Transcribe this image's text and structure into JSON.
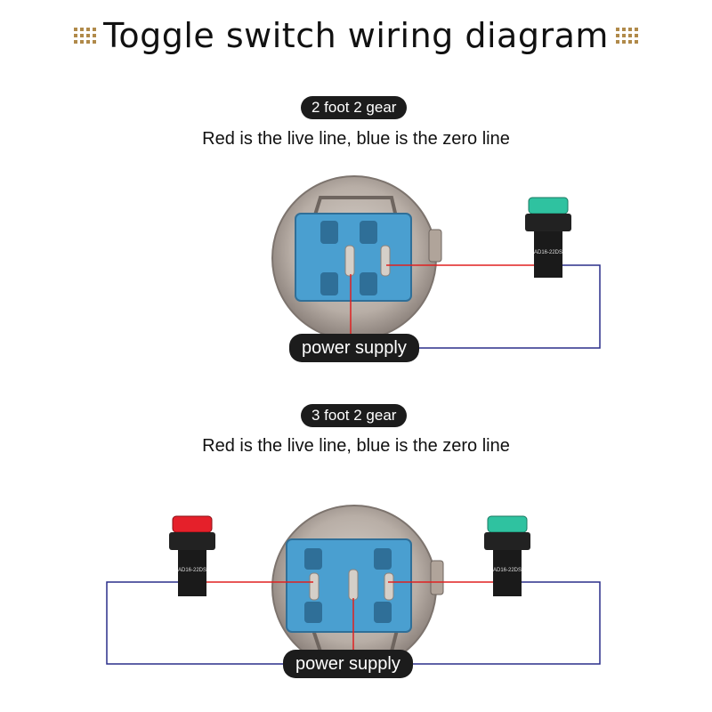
{
  "title": "Toggle switch wiring diagram",
  "section1": {
    "heading": "2 foot 2 gear",
    "note": "Red is the live line, blue is the zero line",
    "supply_label": "power supply",
    "lamp": {
      "color": "#2fc2a0",
      "model": "AD16-22DS"
    }
  },
  "section2": {
    "heading": "3 foot 2 gear",
    "note": "Red is the live line, blue is the zero line",
    "supply_label": "power supply",
    "lamp_left": {
      "color": "#e5202a",
      "model": "AD16-22DS"
    },
    "lamp_right": {
      "color": "#2fc2a0",
      "model": "AD16-22DS"
    }
  },
  "colors": {
    "live_wire": "#e02020",
    "neutral_wire": "#2a2f8a",
    "switch_body": "#4a9fd0",
    "decor_dots": "#b08a4a"
  }
}
